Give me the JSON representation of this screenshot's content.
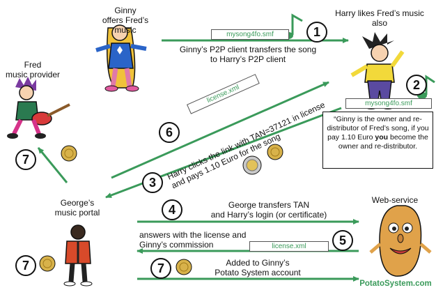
{
  "actors": {
    "ginny": "Ginny\noffers Fred’s music",
    "harry": "Harry likes Fred’s music\nalso",
    "fred": "Fred\nmusic provider",
    "george": "George’s\nmusic portal",
    "webservice": "Web-service",
    "brand": "PotatoSystem.com"
  },
  "steps": {
    "s1": "1",
    "s2": "2",
    "s3": "3",
    "s4": "4",
    "s5": "5",
    "s6": "6",
    "s7a": "7",
    "s7b": "7",
    "s7c": "7"
  },
  "documents": {
    "song_top": "mysong4fo.smf",
    "song_harry": "mysong4fo.smf",
    "license_diag": "license.xml",
    "license_ws": "license.xml"
  },
  "messages": {
    "m1": "Ginny’s P2P client transfers the song\nto Harry’s P2P client",
    "m3": "Harry clicks the link with TAN=37121 in license\nand pays 1.10 Euro for the song",
    "m4": "George transfers TAN\nand Harry’s login (or certificate)",
    "m5": "answers with the license and\nGinny’s commission",
    "m7": "Added to Ginny’s\nPotato System account"
  },
  "quote": {
    "part1": "“Ginny is the owner and re-distributor of Fred’s song, if you pay 1.10 Euro ",
    "emphasis": "you",
    "part2": " become the owner and re-distributor."
  },
  "colors": {
    "arrow": "#3a9a5a",
    "coin": "#d8b24a",
    "euro_coin": "#c9c9c9"
  }
}
